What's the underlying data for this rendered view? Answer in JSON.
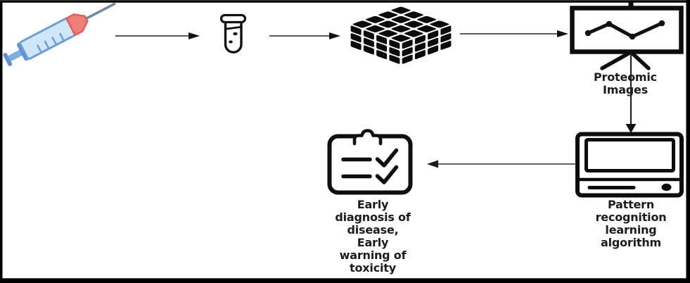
{
  "diagram": {
    "nodes": [
      {
        "id": "sample-syringe",
        "icon": "syringe-icon",
        "label": ""
      },
      {
        "id": "test-tube",
        "icon": "test-tube-icon",
        "label": ""
      },
      {
        "id": "data-cube",
        "icon": "data-cube-icon",
        "label": ""
      },
      {
        "id": "proteomic-images",
        "icon": "chart-board-icon",
        "label": "Proteomic\nImages"
      },
      {
        "id": "pattern-recognition",
        "icon": "computer-icon",
        "label": "Pattern\nrecognition\nlearning\nalgorithm"
      },
      {
        "id": "results",
        "icon": "clipboard-checklist-icon",
        "label": "Early\ndiagnosis of\ndisease,\nEarly\nwarning of\ntoxicity"
      }
    ],
    "arrows": [
      {
        "from": "sample-syringe",
        "to": "test-tube"
      },
      {
        "from": "test-tube",
        "to": "data-cube"
      },
      {
        "from": "data-cube",
        "to": "proteomic-images"
      },
      {
        "from": "proteomic-images",
        "to": "pattern-recognition"
      },
      {
        "from": "pattern-recognition",
        "to": "results"
      }
    ],
    "colors": {
      "frame": "#000000",
      "line_art": "#111111",
      "text": "#1c1c1c",
      "syringe_barrel": "#cfe6f8",
      "syringe_outline": "#6b9fd4",
      "syringe_plunger": "#5f8fd6",
      "syringe_rod": "#82abe2",
      "syringe_tip": "#ee7e76",
      "syringe_tip_outline": "#de5f5f",
      "needle": "#72889f"
    }
  }
}
